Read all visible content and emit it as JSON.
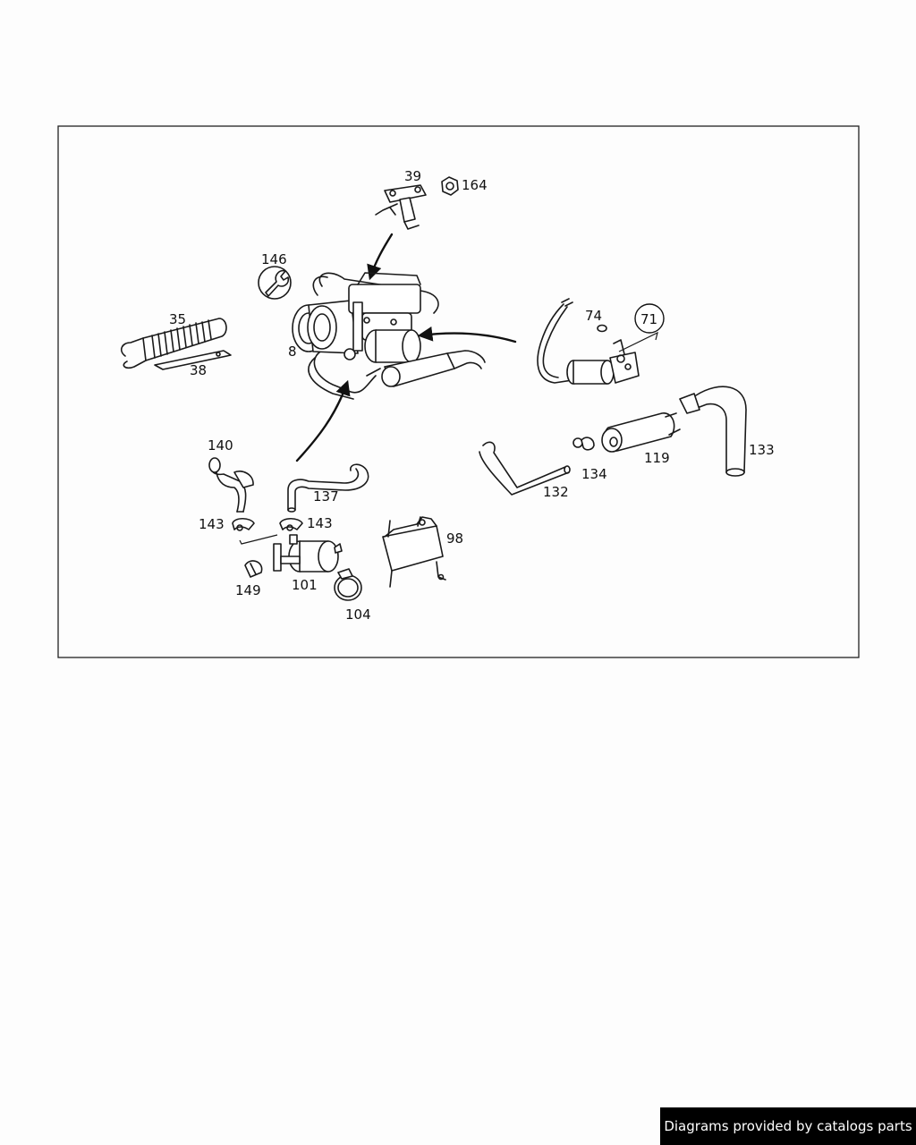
{
  "callouts": {
    "p8": "8",
    "p35": "35",
    "p38": "38",
    "p39": "39",
    "p71": "71",
    "p74": "74",
    "p98": "98",
    "p101": "101",
    "p104": "104",
    "p119": "119",
    "p132": "132",
    "p133": "133",
    "p134": "134",
    "p137": "137",
    "p140": "140",
    "p143a": "143",
    "p143b": "143",
    "p146": "146",
    "p149": "149",
    "p164": "164"
  },
  "icons": {
    "repair_kit": "wrench-icon"
  },
  "footer": {
    "text": "Diagrams provided by catalogs parts"
  }
}
